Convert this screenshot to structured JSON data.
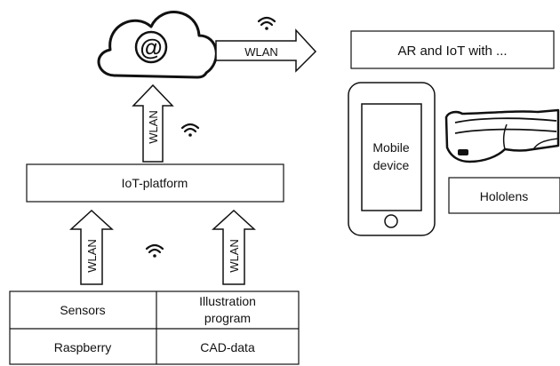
{
  "cloud": {
    "symbol": "@"
  },
  "arrows": {
    "cloud_to_ar": "WLAN",
    "platform_to_cloud": "WLAN",
    "sensors_to_platform": "WLAN",
    "illustration_to_platform": "WLAN"
  },
  "boxes": {
    "ar_iot": "AR and IoT with ...",
    "iot_platform": "IoT-platform",
    "hololens": "Hololens"
  },
  "mobile": {
    "line1": "Mobile",
    "line2": "device"
  },
  "table": {
    "sensors": "Sensors",
    "illustration_line1": "Illustration",
    "illustration_line2": "program",
    "raspberry": "Raspberry",
    "cad": "CAD-data"
  },
  "icons": [
    "wifi-icon",
    "cloud-icon",
    "hololens-icon",
    "mobile-device-icon"
  ]
}
